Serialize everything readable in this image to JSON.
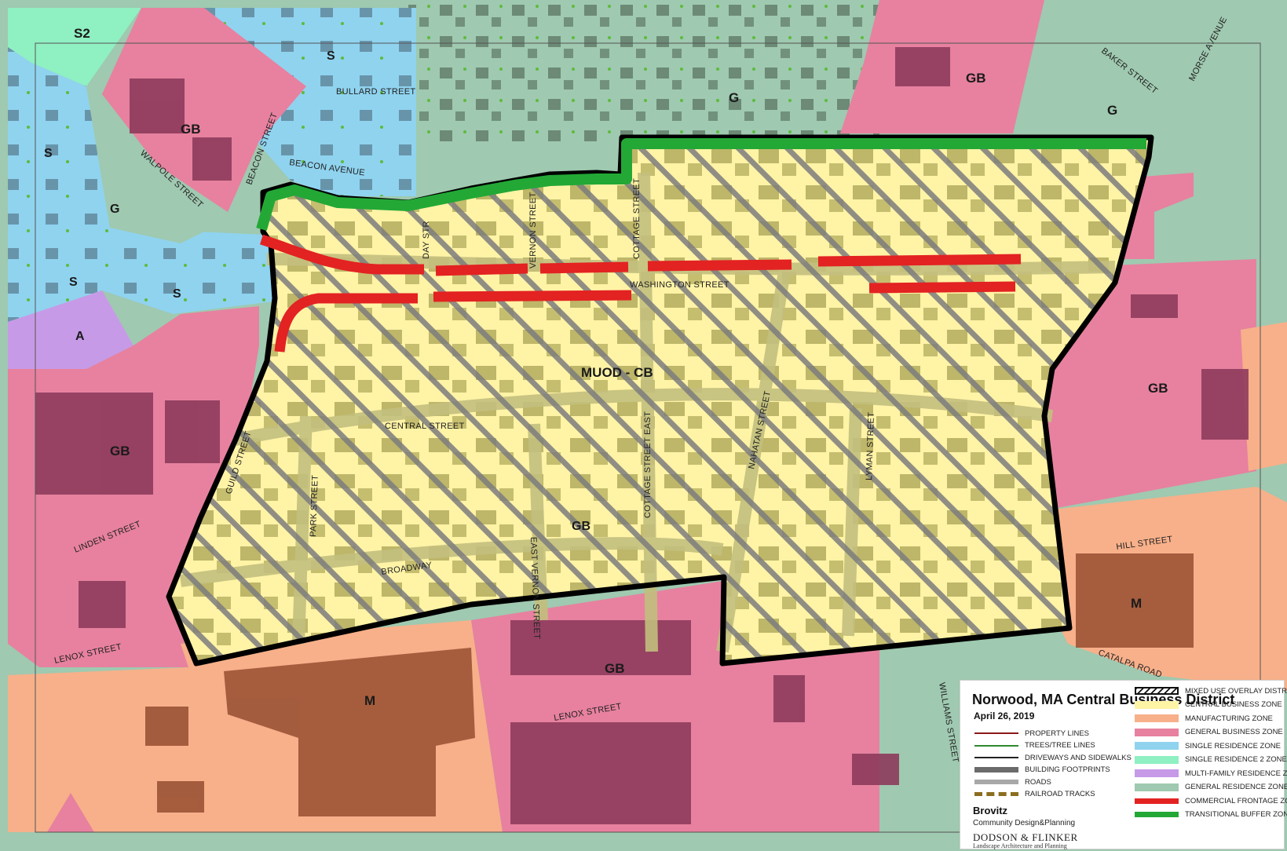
{
  "zones": {
    "s2": "S2",
    "s": "S",
    "gb": "GB",
    "g": "G",
    "a": "A",
    "m": "M",
    "overlay": "MUOD - CB"
  },
  "streets": {
    "bullard": "BULLARD STREET",
    "beacon_avenue": "BEACON AVENUE",
    "beacon_street": "BEACON STREET",
    "walpole": "WALPOLE STREET",
    "day": "DAY STR",
    "vernon": "VERNON STREET",
    "cottage": "COTTAGE STREET",
    "washington": "WASHINGTON STREET",
    "central": "CENTRAL STREET",
    "guild": "GUILD STREET",
    "park": "PARK STREET",
    "east_vernon": "EAST VERNON STREET",
    "cottage_east": "COTTAGE STREET EAST",
    "nahatan": "NAHATAN STREET",
    "lyman": "LYMAN STREET",
    "broadway": "BROADWAY",
    "linden": "LINDEN STREET",
    "lenox_w": "LENOX STREET",
    "lenox_s": "LENOX STREET",
    "hill": "HILL STREET",
    "catalpa": "CATALPA ROAD",
    "williams": "WILLIAMS STREET",
    "baker": "BAKER STREET",
    "morse": "MORSE AVENUE"
  },
  "legend": {
    "title": "Norwood, MA Central Business District",
    "date": "April 26, 2019",
    "lines": [
      {
        "label": "PROPERTY LINES",
        "color": "#8b1a1a"
      },
      {
        "label": "TREES/TREE LINES",
        "color": "#2e8b2e"
      },
      {
        "label": "DRIVEWAYS AND SIDEWALKS",
        "color": "#222222"
      },
      {
        "label": "BUILDING FOOTPRINTS",
        "color": "#6b6b6b"
      },
      {
        "label": "ROADS",
        "color": "#a8a8a8"
      },
      {
        "label": "RAILROAD TRACKS",
        "color": "#8a6d1f"
      }
    ],
    "zones": [
      {
        "label": "MIXED USE OVERLAY DISTRICT",
        "color": "#ffffff"
      },
      {
        "label": "CENTRAL BUSINESS ZONE",
        "color": "#fff3a6"
      },
      {
        "label": "MANUFACTURING ZONE",
        "color": "#f7b08a"
      },
      {
        "label": "GENERAL BUSINESS ZONE",
        "color": "#e7819f"
      },
      {
        "label": "SINGLE RESIDENCE ZONE",
        "color": "#8fd3ef"
      },
      {
        "label": "SINGLE RESIDENCE 2 ZONE",
        "color": "#8ff0c2"
      },
      {
        "label": "MULTI-FAMILY RESIDENCE ZONE",
        "color": "#c79ae8"
      },
      {
        "label": "GENERAL RESIDENCE ZONE",
        "color": "#9fc9b0"
      },
      {
        "label": "COMMERCIAL FRONTAGE ZONE",
        "color": "#e32222"
      },
      {
        "label": "TRANSITIONAL BUFFER ZONE",
        "color": "#23a836"
      }
    ],
    "firm1": "Brovitz",
    "firm1_sub": "Community Design&Planning",
    "firm2": "DODSON & FLINKER",
    "firm2_sub": "Landscape Architecture and Planning"
  }
}
